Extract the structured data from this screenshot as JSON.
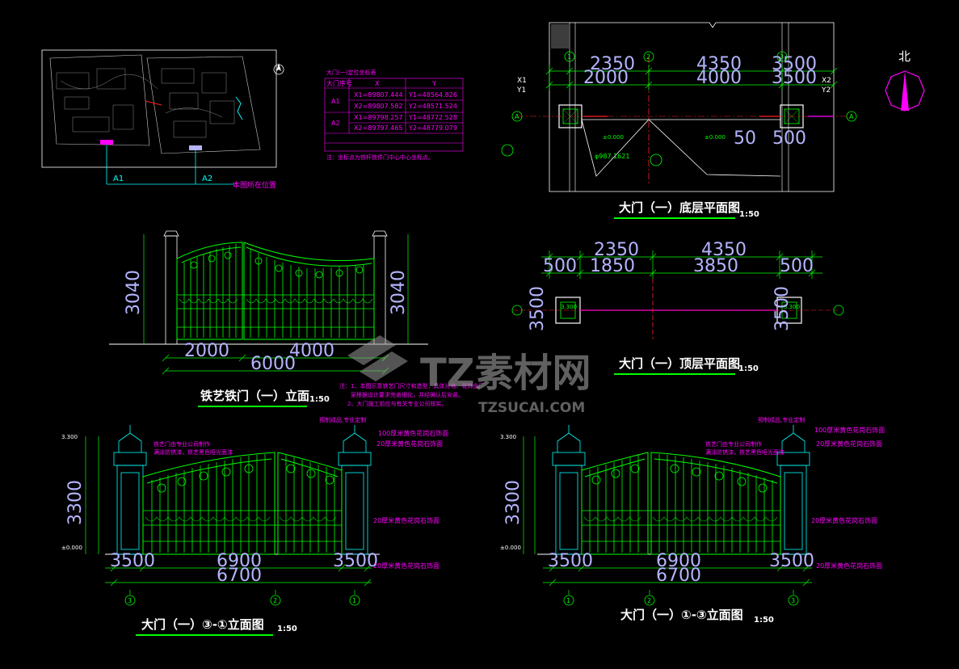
{
  "titles": {
    "plan_ground": "大门（一）底层平面图",
    "plan_top": "大门（一）顶层平面图",
    "gate_elev": "铁艺铁门（一）立面",
    "elev_3_1": "大门（一）③-①立面图",
    "elev_1_3": "大门（一）①-③立面图",
    "scale": "1:50"
  },
  "site": {
    "north": "北",
    "gate_label_a1": "A1",
    "gate_label_a2": "A2",
    "location_label": "本图所在位置"
  },
  "coord_table": {
    "title": "大门(一)定位坐标表",
    "headers": [
      "大门序号",
      "X",
      "Y"
    ],
    "rows": [
      {
        "gate": "A1",
        "x1": "X1=89807.444",
        "y1": "Y1=48564.826",
        "x2": "X2=89807.582",
        "y2": "Y2=48571.524"
      },
      {
        "gate": "A2",
        "x1": "X1=89798.257",
        "y1": "Y1=48772.528",
        "x2": "X2=89797.465",
        "y2": "Y2=48779.079"
      }
    ],
    "note": "注：坐标点为铁杆铁件门中心中心坐标点。"
  },
  "ground_plan": {
    "dims_top": [
      "2350",
      "4350",
      "3500"
    ],
    "dims_second": [
      "2000",
      "4000",
      "3500"
    ],
    "markers": [
      "1",
      "2",
      "3"
    ],
    "axis": "A",
    "x1": "X1",
    "y1": "Y1",
    "x2": "X2",
    "y2": "Y2",
    "elev1": "±0.000",
    "elev2": "±0.000",
    "diameter": "φ987.1621",
    "side_dim": "50",
    "side_dim2": "500"
  },
  "top_plan": {
    "dims_top": [
      "2350",
      "4350"
    ],
    "dims_second": [
      "500",
      "1850",
      "3850",
      "500"
    ],
    "level_l": "3.300",
    "level_r": "3.300",
    "side_dim": "3500"
  },
  "gate_elevation": {
    "dims": [
      "2000",
      "6000",
      "4000"
    ],
    "left_dims": "3040",
    "right_dims": "3040",
    "notes": [
      "注：1、本图示意铁艺门尺寸和造型，具体分格、花饰由厂",
      "家根据设计要求完善细化，并经确认后安装。",
      "2、大门施工前应与有关专业公司核实。"
    ]
  },
  "elev_left": {
    "dims_bottom1": [
      "3500",
      "6900",
      "3500"
    ],
    "dims_bottom2": "6700",
    "height": "3300",
    "level_top": "3.300",
    "level_0": "±0.000",
    "axes": [
      "3",
      "2",
      "1"
    ],
    "note_gate": "铁艺门由专业公司制作",
    "note_gate2": "满涂防锈漆，铁艺黑色哑光面漆",
    "note_cap": "预制成品,专业定制",
    "note_100": "100厚米黄色花岗石饰面",
    "note_20a": "20厚米黄色花岗石饰面",
    "note_20b": "20厚米黄色花岗石饰面",
    "note_20c": "20厚米黄色花岗石饰面"
  },
  "elev_right": {
    "dims_bottom1": [
      "3500",
      "6900",
      "3500"
    ],
    "dims_bottom2": "6700",
    "height": "3300",
    "level_top": "3.300",
    "level_0": "±0.000",
    "axes": [
      "1",
      "2",
      "3"
    ],
    "note_gate": "铁艺门由专业公司制作",
    "note_gate2": "满涂防锈漆，铁艺黑色哑光面漆",
    "note_cap": "预制成品,专业定制",
    "note_100": "100厚米黄色花岗石饰面",
    "note_20a": "20厚米黄色花岗石饰面",
    "note_20b": "20厚米黄色花岗石饰面",
    "note_20c": "20厚米黄色花岗石饰面"
  },
  "watermark": {
    "brand": "TZ素材网",
    "url": "TZSUCAI.COM"
  },
  "colors": {
    "green": "#00ff00",
    "cyan": "#00ffff",
    "magenta": "#ff00ff",
    "white": "#ffffff",
    "dim": "#b4b4ff",
    "red": "#ff2020"
  }
}
